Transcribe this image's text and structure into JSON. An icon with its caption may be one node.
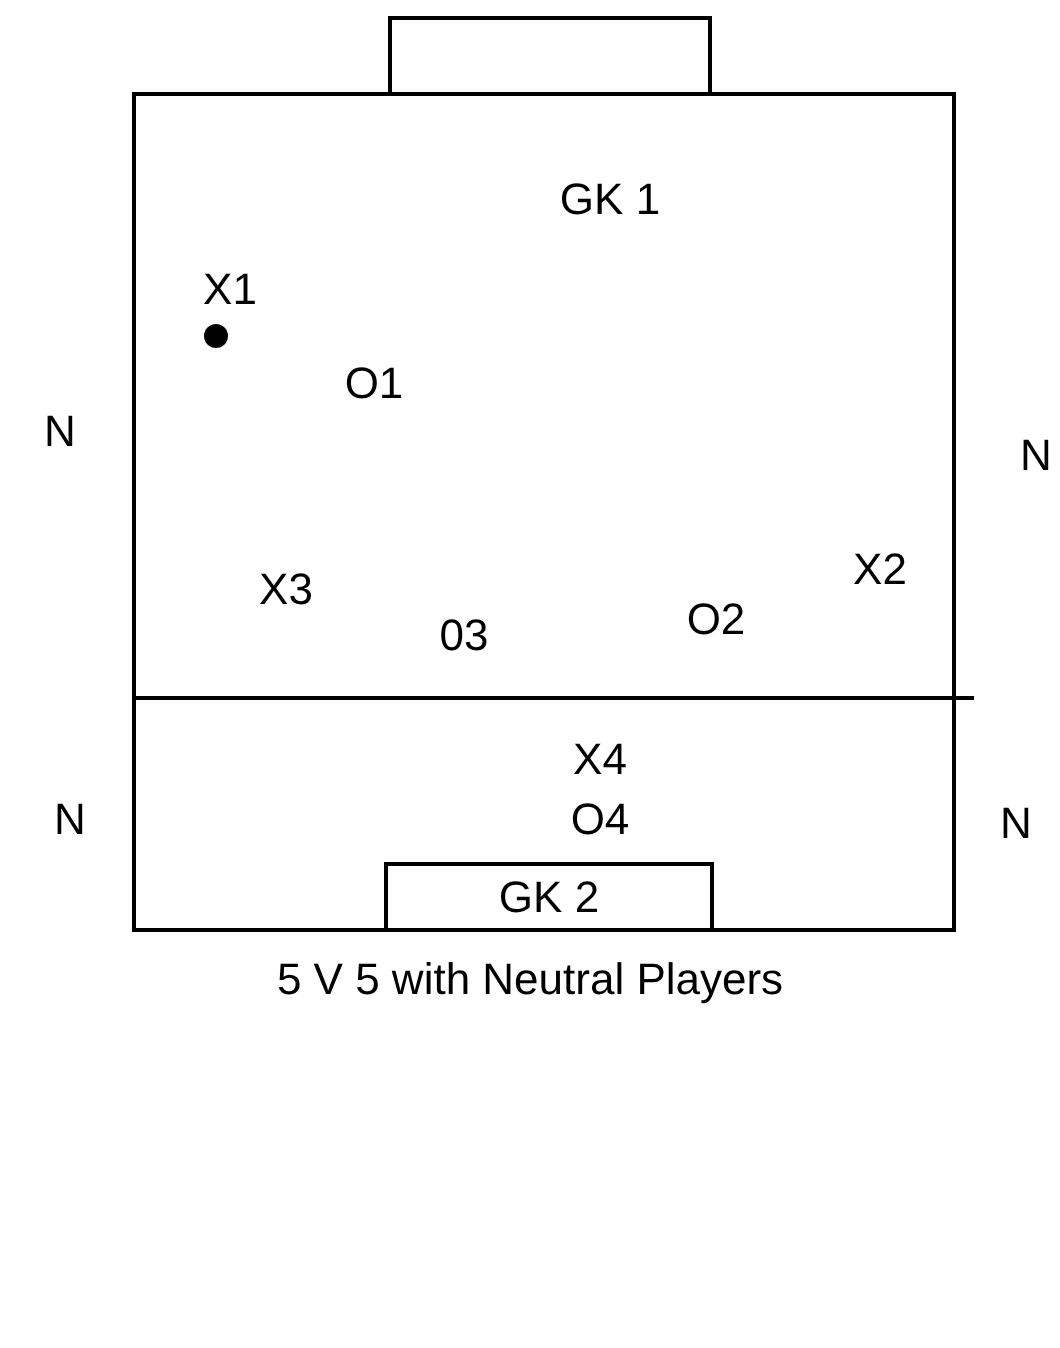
{
  "diagram": {
    "caption": "5 V 5 with Neutral Players",
    "nodes": [
      {
        "text": [
          "GK 2"
        ]
      }
    ],
    "labels": [
      "GK 1",
      "X1",
      "O1",
      "N",
      "N",
      "X2",
      "X3",
      "03",
      "O2",
      "X4",
      "N",
      "N",
      "O4"
    ]
  }
}
